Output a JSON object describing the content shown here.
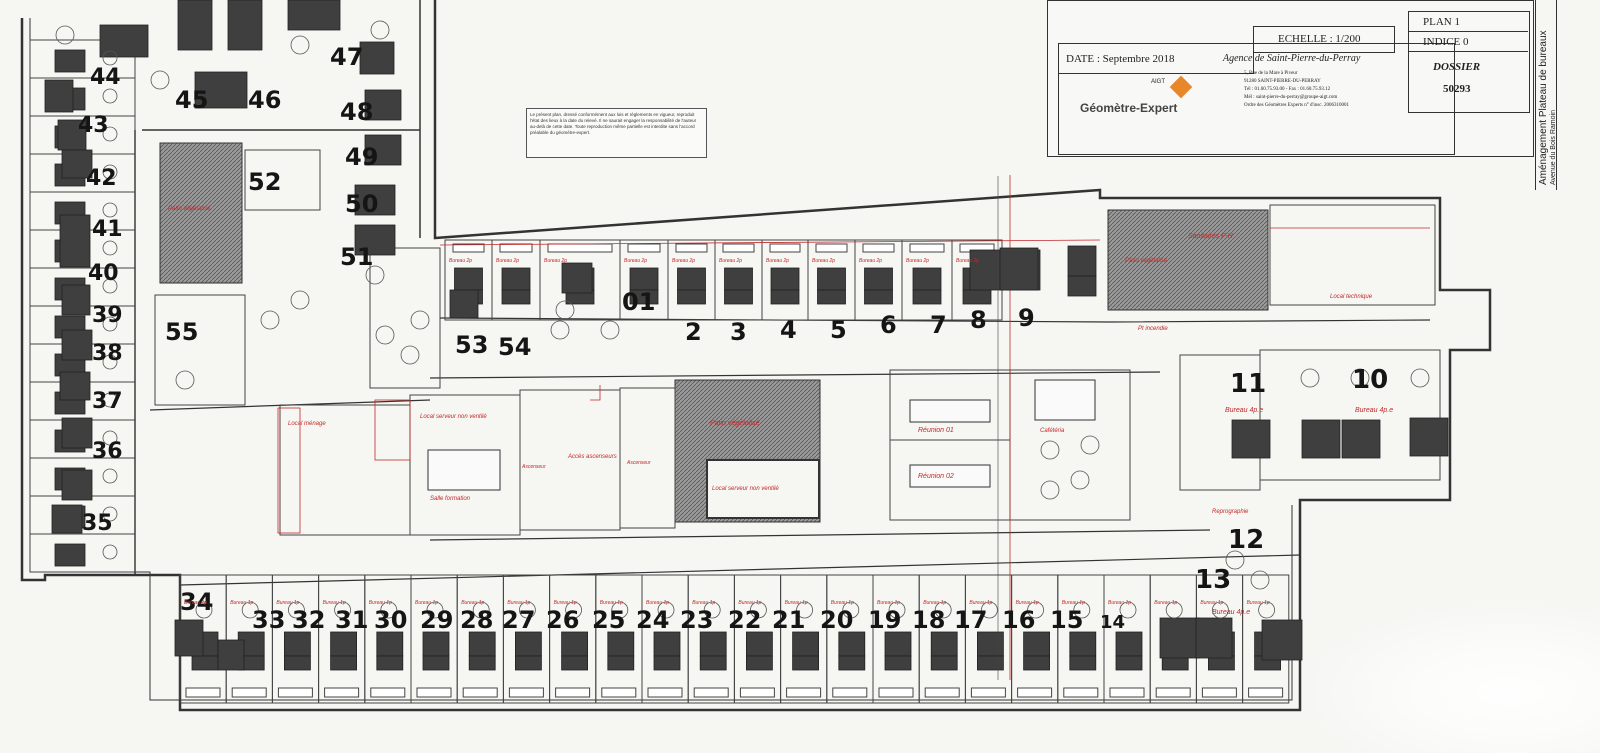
{
  "cartouche": {
    "date": "DATE : Septembre 2018",
    "scale": "ECHELLE : 1/200",
    "plan": "PLAN 1",
    "indice": "INDICE 0",
    "dossier_label": "DOSSIER",
    "dossier_number": "50293",
    "agency": "Agence de Saint-Pierre-du-Perray",
    "address_line1": "5, Rue de la Mare à Piveur",
    "address_line2": "91280 SAINT-PIERRE-DU-PERRAY",
    "address_line3": "Tél : 01.60.75.93.00 - Fax : 01.60.75.93.12",
    "address_line4": "Mél : saint-pierre-du-perray@groupe-aigt.com",
    "address_line5": "Ordre des Géomètres Experts n° d'insc. 2006310001",
    "logo_small": "AIGT",
    "logo_text": "Géomètre-Expert",
    "side_title": "Aménagement Plateau de bureaux",
    "side_subtitle": "Avenue du Bois Ramoin"
  },
  "note": "Le présent plan, dressé conformément aux lois et règlements en vigueur, reproduit l'état des lieux à la date du relevé. Il ne saurait engager la responsabilité de l'auteur au-delà de cette date. Toute reproduction même partielle est interdite sans l'accord préalable du géomètre-expert.",
  "rooms": {
    "bureau": "Bureau 1p",
    "bureau2": "Bureau 2p",
    "bureau4": "Bureau 4p.e",
    "local_serveur": "Local serveur non ventilé",
    "acces_ascenseurs": "Accès ascenseurs",
    "ascenseur": "Ascenseur",
    "patio": "Patio végétalisé",
    "reunion1": "Réunion 01",
    "reunion2": "Réunion 02",
    "cafeteria": "Cafétéria",
    "sanitaires": "Sanitaires F-H",
    "local_technique": "Local technique",
    "pt_incendie": "Pt incendie",
    "reprographie": "Reprographie",
    "salle_formation": "Salle formation",
    "local_menage": "Local ménage"
  },
  "desk_numbers": {
    "top": [
      "53",
      "54",
      "01",
      "2",
      "3",
      "4",
      "5",
      "6",
      "7",
      "8",
      "9"
    ],
    "right": [
      "11",
      "10",
      "12",
      "13"
    ],
    "bottom": [
      "34",
      "33",
      "32",
      "31",
      "30",
      "29",
      "28",
      "27",
      "26",
      "25",
      "24",
      "23",
      "22",
      "21",
      "20",
      "19",
      "18",
      "17",
      "16",
      "15",
      "14"
    ],
    "left": [
      "44",
      "43",
      "42",
      "41",
      "40",
      "39",
      "38",
      "37",
      "36",
      "35"
    ],
    "upper": [
      "45",
      "46",
      "47",
      "48",
      "49",
      "50",
      "51",
      "52",
      "55"
    ]
  }
}
